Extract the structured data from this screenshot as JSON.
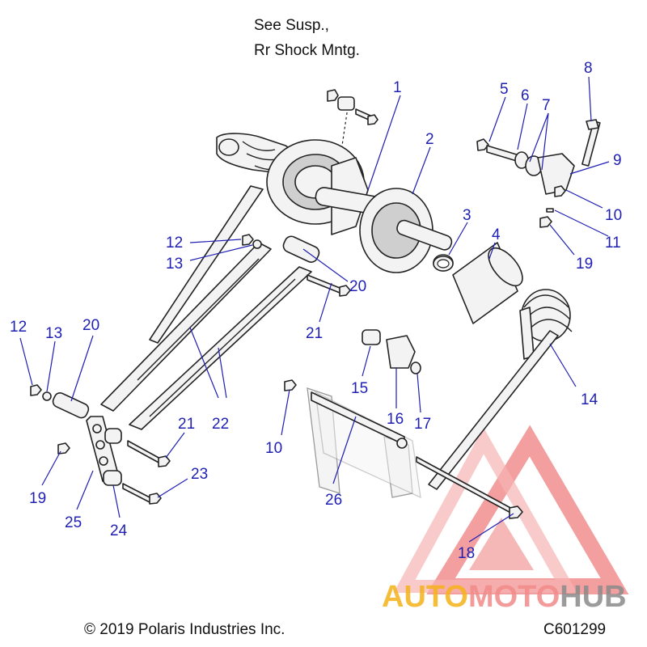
{
  "note": {
    "line1": "See Susp.,",
    "line2": "Rr Shock Mntg."
  },
  "callouts": [
    {
      "label": "1"
    },
    {
      "label": "2"
    },
    {
      "label": "3"
    },
    {
      "label": "4"
    },
    {
      "label": "5"
    },
    {
      "label": "6"
    },
    {
      "label": "7"
    },
    {
      "label": "8"
    },
    {
      "label": "9"
    },
    {
      "label": "10"
    },
    {
      "label": "11"
    },
    {
      "label": "12"
    },
    {
      "label": "13"
    },
    {
      "label": "20"
    },
    {
      "label": "19"
    },
    {
      "label": "21"
    },
    {
      "label": "12"
    },
    {
      "label": "13"
    },
    {
      "label": "20"
    },
    {
      "label": "15"
    },
    {
      "label": "16"
    },
    {
      "label": "17"
    },
    {
      "label": "14"
    },
    {
      "label": "22"
    },
    {
      "label": "21"
    },
    {
      "label": "10"
    },
    {
      "label": "19"
    },
    {
      "label": "23"
    },
    {
      "label": "25"
    },
    {
      "label": "24"
    },
    {
      "label": "26"
    },
    {
      "label": "18"
    }
  ],
  "watermark": {
    "part1": "AUTO",
    "part2": "MOTO",
    "part3": "HUB",
    "color1": "#f5b21a",
    "color2": "#f28a8a",
    "color3": "#8a8a8a"
  },
  "footer": {
    "copyright": "© 2019 Polaris Industries Inc.",
    "code": "C601299"
  },
  "colors": {
    "callout": "#1f1fb4",
    "line": "#222222"
  }
}
